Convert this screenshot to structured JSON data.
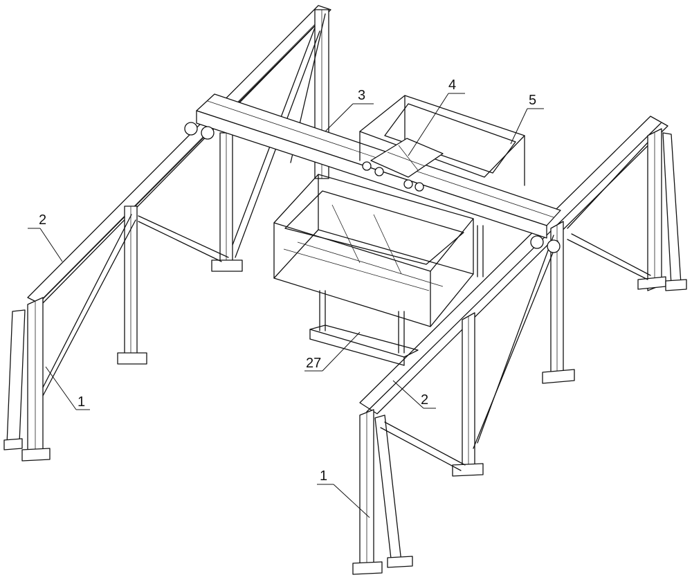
{
  "callouts": [
    {
      "id": "frame-column-left",
      "text": "1"
    },
    {
      "id": "frame-column-front",
      "text": "1"
    },
    {
      "id": "rail-left",
      "text": "2"
    },
    {
      "id": "rail-right",
      "text": "2"
    },
    {
      "id": "crossbeam",
      "text": "3"
    },
    {
      "id": "trolley",
      "text": "4"
    },
    {
      "id": "hoist-frame",
      "text": "5"
    },
    {
      "id": "base-platform",
      "text": "27"
    }
  ]
}
